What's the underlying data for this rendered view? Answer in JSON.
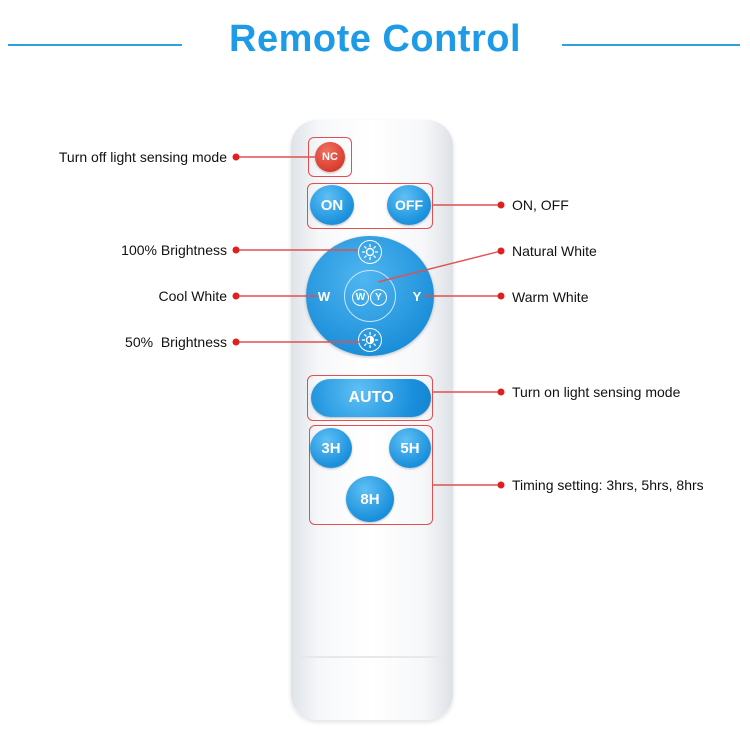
{
  "title": "Remote Control",
  "colors": {
    "title_blue": "#1e9be6",
    "button_blue": "#1a90dc",
    "nc_red": "#d73a2c",
    "callout_red": "#e05050",
    "remote_body": "#f4f5f7"
  },
  "buttons": {
    "nc": "NC",
    "on": "ON",
    "off": "OFF",
    "w": "W",
    "y": "Y",
    "center_w": "W",
    "center_y": "Y",
    "auto": "AUTO",
    "t3": "3H",
    "t5": "5H",
    "t8": "8H"
  },
  "icons": {
    "brightness_100": "sun-icon",
    "brightness_50": "half-sun-icon"
  },
  "callouts": {
    "turn_off_sensing": "Turn off light sensing mode",
    "on_off": "ON, OFF",
    "brightness_100": "100% Brightness",
    "natural_white": "Natural White",
    "cool_white": "Cool White",
    "warm_white": "Warm White",
    "brightness_50": "50%  Brightness",
    "turn_on_sensing": "Turn on light sensing mode",
    "timing": "Timing setting: 3hrs, 5hrs, 8hrs"
  }
}
